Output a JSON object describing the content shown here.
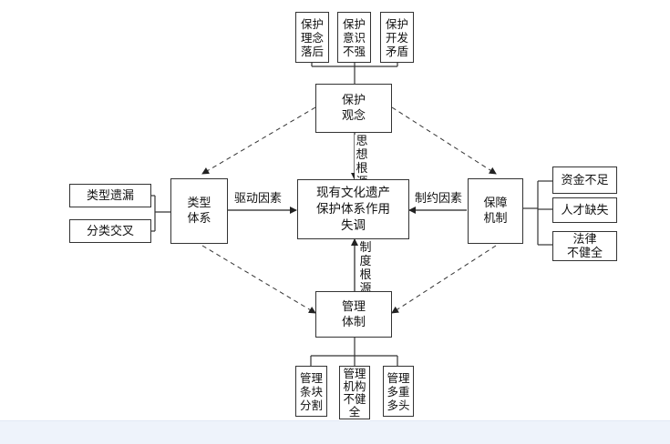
{
  "diagram": {
    "center": "现有文化遗产\n保护体系作用\n失调",
    "top_node": "保护\n观念",
    "bottom_node": "管理\n体制",
    "left_node": "类型\n体系",
    "right_node": "保障\n机制",
    "top_causes": [
      "保护\n理念\n落后",
      "保护\n意识\n不强",
      "保护\n开发\n矛盾"
    ],
    "left_causes": [
      "类型遗漏",
      "分类交叉"
    ],
    "right_causes": [
      "资金不足",
      "人才缺失",
      "法律\n不健全"
    ],
    "bottom_causes": [
      "管理\n条块\n分割",
      "管理\n机构\n不健\n全",
      "管理\n多重\n多头"
    ],
    "labels": {
      "top_arrow": "思\n想\n根\n源",
      "bottom_arrow": "制\n度\n根\n源",
      "left_arrow": "驱动因素",
      "right_arrow": "制约因素"
    }
  }
}
